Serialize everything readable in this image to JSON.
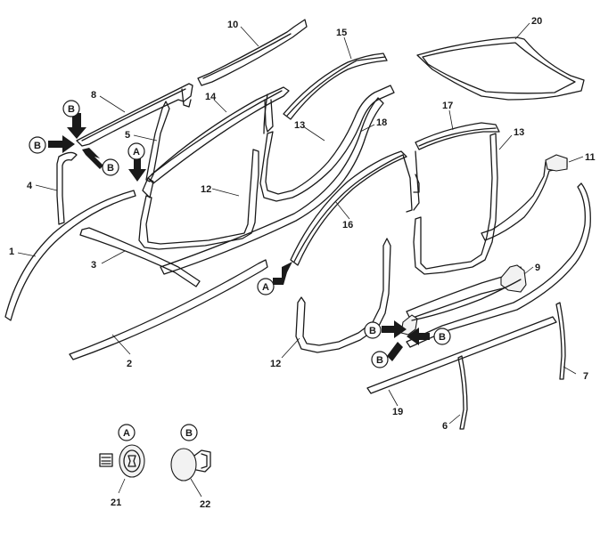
{
  "callouts": {
    "n1": "1",
    "n2": "2",
    "n3": "3",
    "n4": "4",
    "n5": "5",
    "n6": "6",
    "n7": "7",
    "n8": "8",
    "n9": "9",
    "n10": "10",
    "n11": "11",
    "n12a": "12",
    "n12b": "12",
    "n13a": "13",
    "n13b": "13",
    "n14": "14",
    "n15": "15",
    "n16": "16",
    "n17": "17",
    "n18": "18",
    "n19": "19",
    "n20": "20",
    "n21": "21",
    "n22": "22"
  },
  "fastener_markers": {
    "a": "A",
    "b": "B"
  },
  "colors": {
    "line": "#1a1a1a",
    "background": "#ffffff"
  }
}
